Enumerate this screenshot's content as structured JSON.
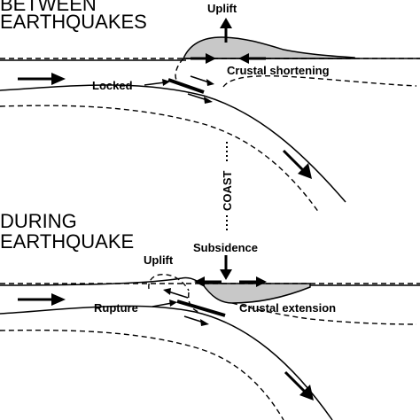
{
  "top_panel": {
    "title_line1": "BETWEEN",
    "title_line2": "EARTHQUAKES",
    "uplift": "Uplift",
    "crustal_shortening": "Crustal shortening",
    "locked": "Locked"
  },
  "coast": "COAST",
  "bottom_panel": {
    "title_line1": "DURING",
    "title_line2": "EARTHQUAKE",
    "subsidence": "Subsidence",
    "uplift": "Uplift",
    "rupture": "Rupture",
    "crustal_extension": "Crustal extension"
  },
  "colors": {
    "fill": "#c8c8c8",
    "ink": "#000000"
  }
}
